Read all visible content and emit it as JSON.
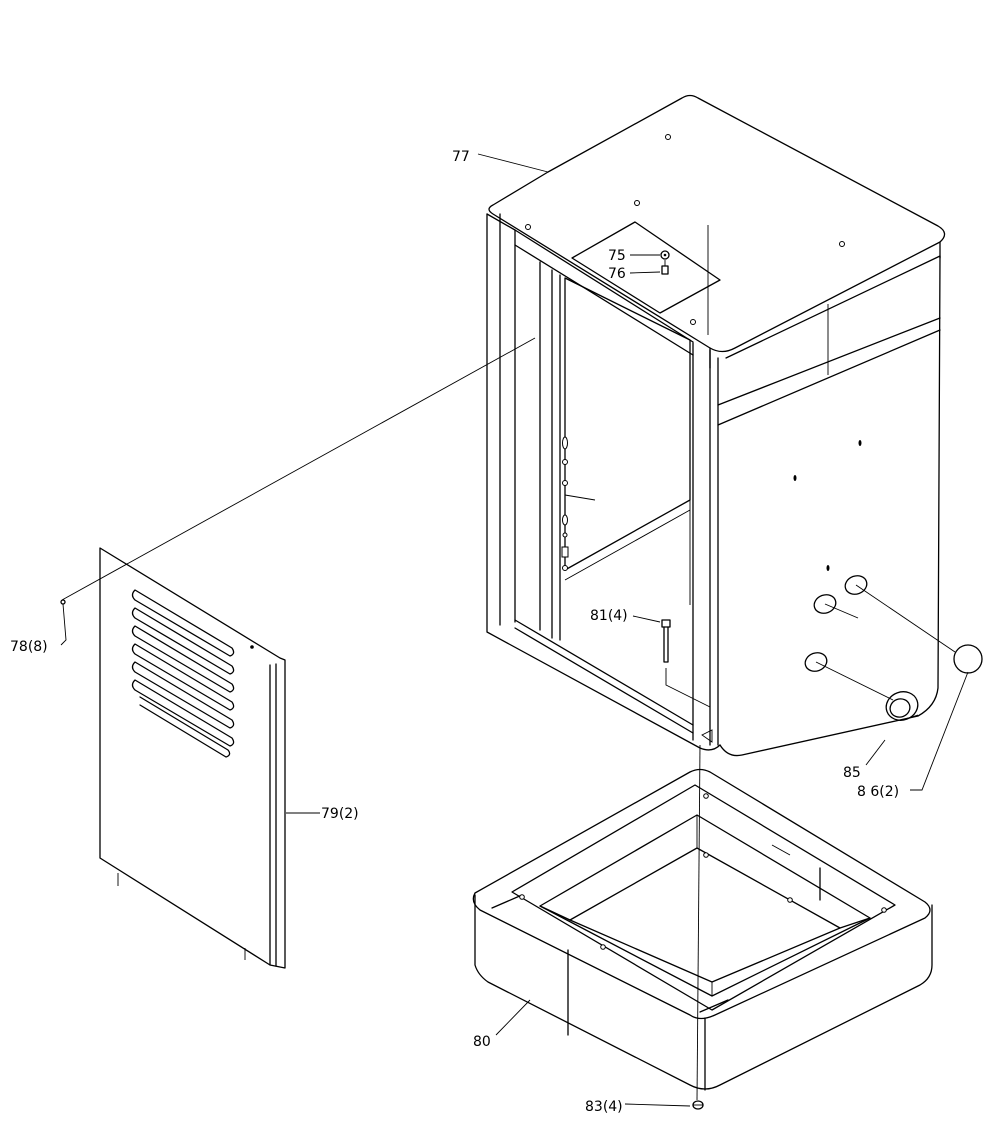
{
  "callouts": {
    "c77": "77",
    "c75": "75",
    "c76": "76",
    "c78": "78(8)",
    "c79": "79(2)",
    "c80": "80",
    "c81": "81(4)",
    "c83": "83(4)",
    "c85": "85",
    "c86": "8 6(2)"
  }
}
